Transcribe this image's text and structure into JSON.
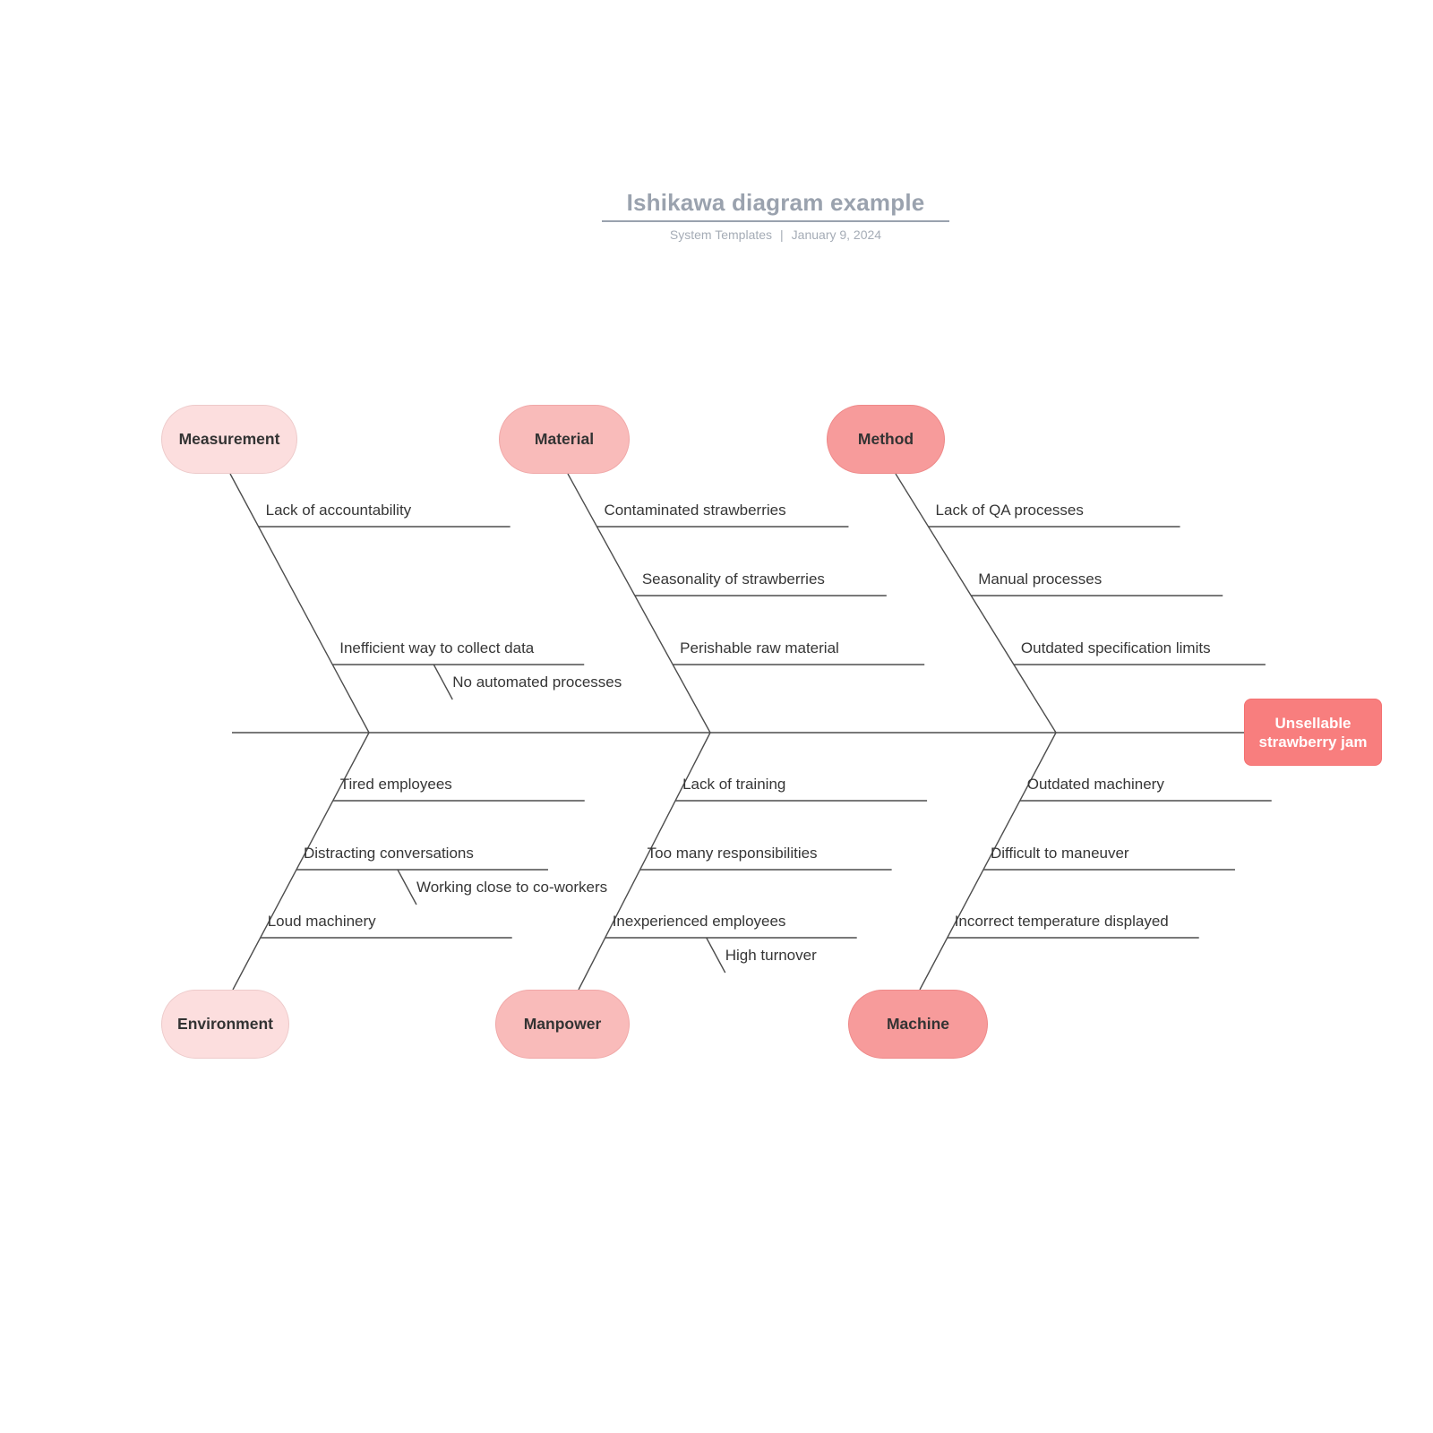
{
  "header": {
    "title": "Ishikawa diagram example",
    "byline": "System Templates",
    "separator": "|",
    "date": "January 9, 2024"
  },
  "effect": {
    "label": "Unsellable strawberry jam"
  },
  "branches": [
    {
      "name": "Measurement",
      "position": "top",
      "tier": 1,
      "causes": [
        {
          "label": "Lack of accountability",
          "row": 0
        },
        {
          "label": "Inefficient way to collect data",
          "row": 2,
          "sub": "No automated processes"
        }
      ]
    },
    {
      "name": "Material",
      "position": "top",
      "tier": 2,
      "causes": [
        {
          "label": "Contaminated strawberries",
          "row": 0
        },
        {
          "label": "Seasonality of strawberries",
          "row": 1
        },
        {
          "label": "Perishable raw material",
          "row": 2
        }
      ]
    },
    {
      "name": "Method",
      "position": "top",
      "tier": 3,
      "causes": [
        {
          "label": "Lack of QA processes",
          "row": 0
        },
        {
          "label": "Manual processes",
          "row": 1
        },
        {
          "label": "Outdated specification limits",
          "row": 2
        }
      ]
    },
    {
      "name": "Environment",
      "position": "bottom",
      "tier": 1,
      "causes": [
        {
          "label": "Tired employees",
          "row": 0
        },
        {
          "label": "Distracting conversations",
          "row": 1,
          "sub": "Working close to co-workers"
        },
        {
          "label": "Loud machinery",
          "row": 2
        }
      ]
    },
    {
      "name": "Manpower",
      "position": "bottom",
      "tier": 2,
      "causes": [
        {
          "label": "Lack of training",
          "row": 0
        },
        {
          "label": "Too many responsibilities",
          "row": 1
        },
        {
          "label": "Inexperienced employees",
          "row": 2,
          "sub": "High turnover"
        }
      ]
    },
    {
      "name": "Machine",
      "position": "bottom",
      "tier": 3,
      "causes": [
        {
          "label": "Outdated machinery",
          "row": 0
        },
        {
          "label": "Difficult to maneuver",
          "row": 1
        },
        {
          "label": "Incorrect temperature displayed",
          "row": 2
        }
      ]
    }
  ],
  "colors": {
    "tier1_fill": "#fcdede",
    "tier1_border": "#edcaca",
    "tier2_fill": "#f9bbba",
    "tier2_border": "#f0a7a7",
    "tier3_fill": "#f79b9b",
    "tier3_border": "#ee8888",
    "effect_fill": "#f87e7e",
    "effect_border": "#f47070",
    "line": "#4d4d4d",
    "cause_text": "#363636",
    "node_text": "#333333",
    "title_text": "#9aa2ae",
    "subtitle_text": "#a5acb6"
  }
}
